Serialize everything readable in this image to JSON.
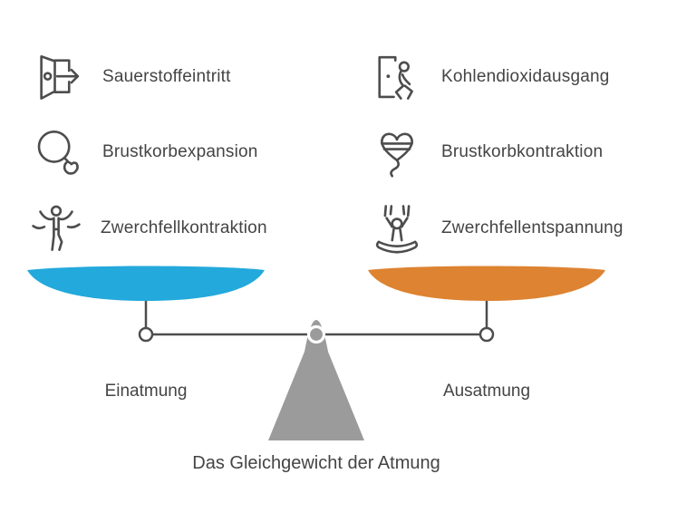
{
  "title": "Das Gleichgewicht der Atmung",
  "colors": {
    "inhale_pan": "#23A9DC",
    "exhale_pan": "#DD8331",
    "fulcrum": "#9B9B9B",
    "line": "#4D4D4D",
    "text": "#444444"
  },
  "left": {
    "label": "Einatmung",
    "items": [
      {
        "icon": "door-arrow-in-icon",
        "label": "Sauerstoffeintritt"
      },
      {
        "icon": "balloon-expand-icon",
        "label": "Brustkorbexpansion"
      },
      {
        "icon": "winner-person-icon",
        "label": "Zwerchfellkontraktion"
      }
    ]
  },
  "right": {
    "label": "Ausatmung",
    "items": [
      {
        "icon": "door-person-exit-icon",
        "label": "Kohlendioxidausgang"
      },
      {
        "icon": "heart-balloon-deflate-icon",
        "label": "Brustkorbkontraktion"
      },
      {
        "icon": "hammock-person-icon",
        "label": "Zwerchfellentspannung"
      }
    ]
  }
}
